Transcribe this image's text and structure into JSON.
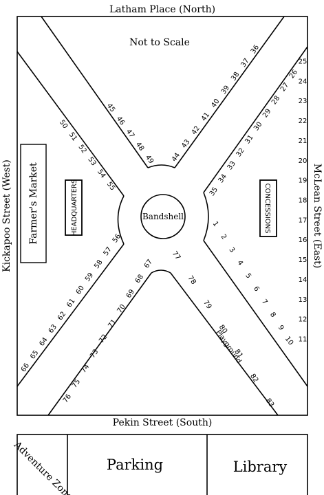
{
  "map": {
    "streets": {
      "north": "Latham Place (North)",
      "south": "Pekin Street (South)",
      "east": "McLean Street (East)",
      "west": "Kickapoo Street (West)"
    },
    "scale_note": "Not to Scale",
    "center": "Bandshell",
    "buildings": {
      "farmers_market": "Farmer's Market",
      "headquarters": "HEADQUARTERS",
      "concessions": "CONCESSIONS"
    },
    "playground": "Playground",
    "bottom_blocks": {
      "adventure_zone": "Adventure Zone",
      "parking": "Parking",
      "library": "Library"
    },
    "booths": {
      "southeast": [
        "1",
        "2",
        "3",
        "4",
        "5",
        "6",
        "7",
        "8",
        "9",
        "10"
      ],
      "east": [
        "11",
        "12",
        "13",
        "14",
        "15",
        "16",
        "17",
        "18",
        "19",
        "20",
        "21",
        "22",
        "23",
        "24",
        "25"
      ],
      "northeast": [
        "26",
        "27",
        "28",
        "29",
        "30",
        "31",
        "32",
        "33",
        "34",
        "35"
      ],
      "north_east_path": [
        "36",
        "37",
        "38",
        "39",
        "40",
        "41",
        "42",
        "43",
        "44"
      ],
      "north_west_path": [
        "45",
        "46",
        "47",
        "48",
        "49"
      ],
      "northwest": [
        "50",
        "51",
        "52",
        "53",
        "54",
        "55"
      ],
      "southwest": [
        "56",
        "57",
        "58",
        "59",
        "60",
        "61",
        "62",
        "63",
        "64",
        "65",
        "66"
      ],
      "south_west_path": [
        "67",
        "68",
        "69",
        "70",
        "71",
        "72",
        "73",
        "74",
        "75",
        "76"
      ],
      "south_east_path": [
        "77",
        "78",
        "79",
        "80",
        "81",
        "82",
        "83"
      ]
    }
  }
}
